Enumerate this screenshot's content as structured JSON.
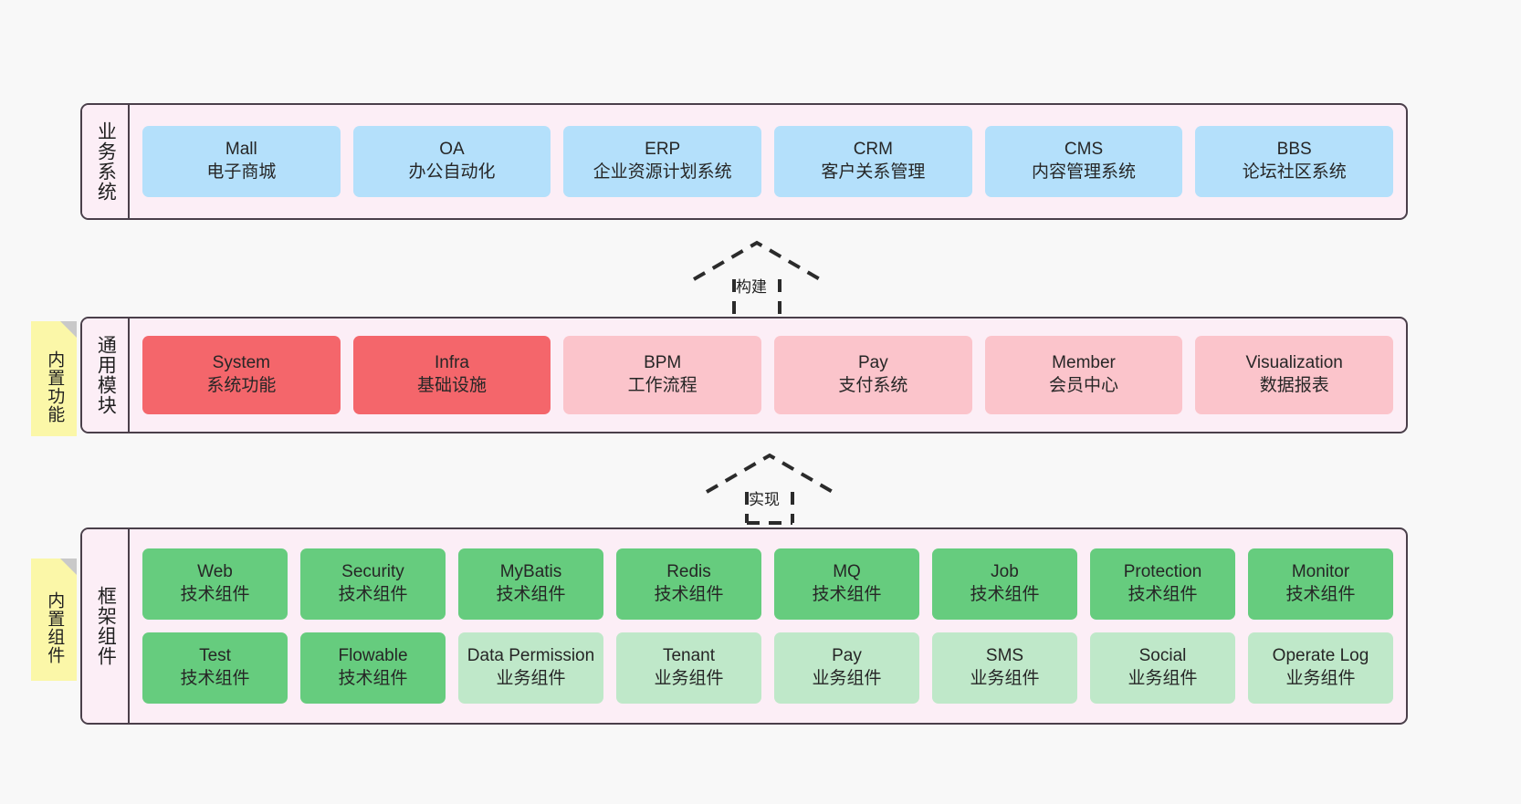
{
  "diagram": {
    "background_color": "#f8f8f8",
    "panel_color": "#fceef6",
    "panel_border_color": "#4a3f4a"
  },
  "layers": [
    {
      "id": "business-systems",
      "title": "业务系统",
      "card_style": "card-blue",
      "accent": "#b4e0fb",
      "rows": [
        [
          {
            "name": "Mall",
            "sub": "电子商城"
          },
          {
            "name": "OA",
            "sub": "办公自动化"
          },
          {
            "name": "ERP",
            "sub": "企业资源计划系统"
          },
          {
            "name": "CRM",
            "sub": "客户关系管理"
          },
          {
            "name": "CMS",
            "sub": "内容管理系统"
          },
          {
            "name": "BBS",
            "sub": "论坛社区系统"
          }
        ]
      ]
    },
    {
      "id": "common-modules",
      "title": "通用模块",
      "note": "内置功能",
      "note_color": "#fbf7a8",
      "rows": [
        [
          {
            "name": "System",
            "sub": "系统功能",
            "style": "card-red"
          },
          {
            "name": "Infra",
            "sub": "基础设施",
            "style": "card-red"
          },
          {
            "name": "BPM",
            "sub": "工作流程",
            "style": "card-pink"
          },
          {
            "name": "Pay",
            "sub": "支付系统",
            "style": "card-pink"
          },
          {
            "name": "Member",
            "sub": "会员中心",
            "style": "card-pink"
          },
          {
            "name": "Visualization",
            "sub": "数据报表",
            "style": "card-pink"
          }
        ]
      ]
    },
    {
      "id": "framework-components",
      "title": "框架组件",
      "note": "内置组件",
      "note_color": "#fbf7a8",
      "rows": [
        [
          {
            "name": "Web",
            "sub": "技术组件",
            "style": "card-green"
          },
          {
            "name": "Security",
            "sub": "技术组件",
            "style": "card-green"
          },
          {
            "name": "MyBatis",
            "sub": "技术组件",
            "style": "card-green"
          },
          {
            "name": "Redis",
            "sub": "技术组件",
            "style": "card-green"
          },
          {
            "name": "MQ",
            "sub": "技术组件",
            "style": "card-green"
          },
          {
            "name": "Job",
            "sub": "技术组件",
            "style": "card-green"
          },
          {
            "name": "Protection",
            "sub": "技术组件",
            "style": "card-green"
          },
          {
            "name": "Monitor",
            "sub": "技术组件",
            "style": "card-green"
          }
        ],
        [
          {
            "name": "Test",
            "sub": "技术组件",
            "style": "card-green"
          },
          {
            "name": "Flowable",
            "sub": "技术组件",
            "style": "card-green"
          },
          {
            "name": "Data Permission",
            "sub": "业务组件",
            "style": "card-lgreen"
          },
          {
            "name": "Tenant",
            "sub": "业务组件",
            "style": "card-lgreen"
          },
          {
            "name": "Pay",
            "sub": "业务组件",
            "style": "card-lgreen"
          },
          {
            "name": "SMS",
            "sub": "业务组件",
            "style": "card-lgreen"
          },
          {
            "name": "Social",
            "sub": "业务组件",
            "style": "card-lgreen"
          },
          {
            "name": "Operate Log",
            "sub": "业务组件",
            "style": "card-lgreen"
          }
        ]
      ]
    }
  ],
  "connectors": [
    {
      "id": "build",
      "label": "构建",
      "from": "common-modules",
      "to": "business-systems",
      "style": "dashed-generalization"
    },
    {
      "id": "implement",
      "label": "实现",
      "from": "framework-components",
      "to": "common-modules",
      "style": "dashed-generalization"
    }
  ]
}
